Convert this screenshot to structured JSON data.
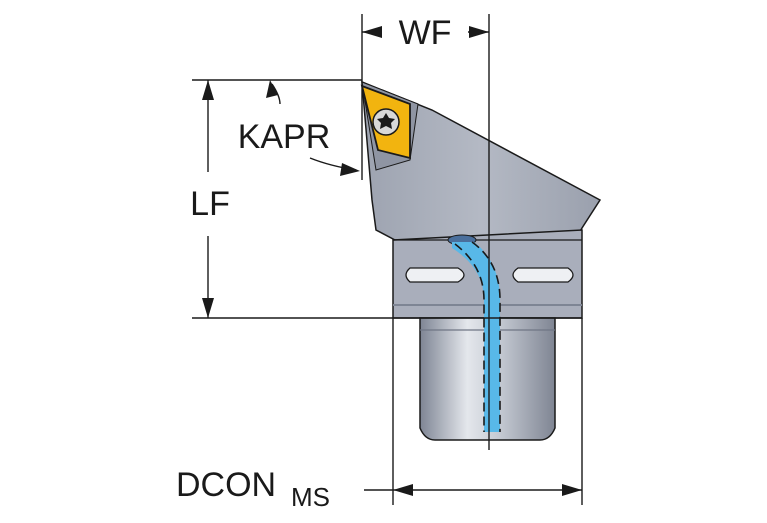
{
  "labels": {
    "wf": "WF",
    "kapr": "KAPR",
    "lf": "LF",
    "dcon": "DCON",
    "dcon_sub": "MS"
  },
  "colors": {
    "body": "#a9aebb",
    "body_dark": "#8f95a3",
    "insert": "#f2b40f",
    "coolant": "#58b8e8",
    "line": "#1a1a1a"
  }
}
